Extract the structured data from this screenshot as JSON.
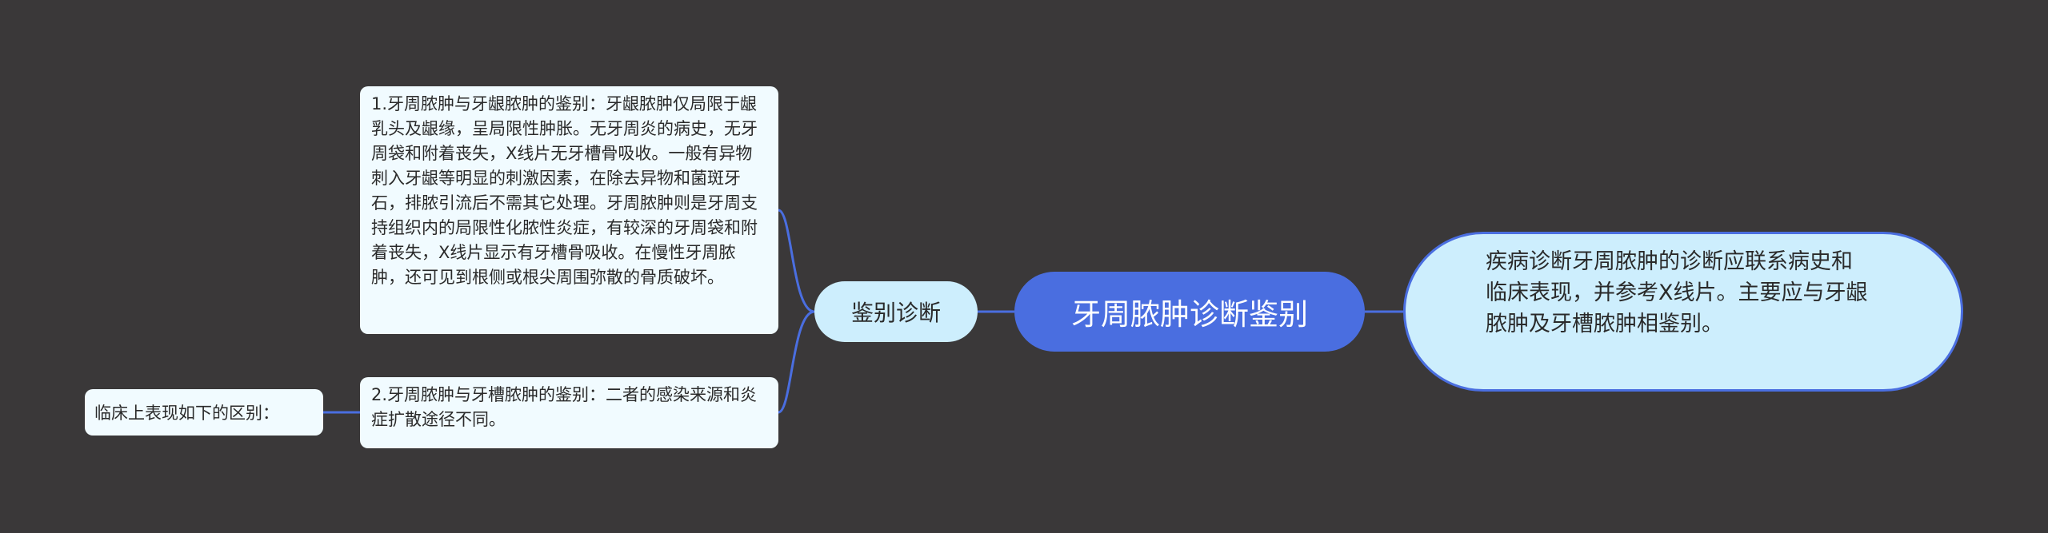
{
  "mindmap": {
    "root": {
      "label": "牙周脓肿诊断鉴别"
    },
    "description": {
      "text": "疾病诊断牙周脓肿的诊断应联系病史和临床表现，并参考X线片。主要应与牙龈脓肿及牙槽脓肿相鉴别。"
    },
    "branch": {
      "label": "鉴别诊断"
    },
    "leaves": [
      {
        "text": "1.牙周脓肿与牙龈脓肿的鉴别：牙龈脓肿仅局限于龈乳头及龈缘，呈局限性肿胀。无牙周炎的病史，无牙周袋和附着丧失，X线片无牙槽骨吸收。一般有异物刺入牙龈等明显的刺激因素，在除去异物和菌斑牙石，排脓引流后不需其它处理。牙周脓肿则是牙周支持组织内的局限性化脓性炎症，有较深的牙周袋和附着丧失，X线片显示有牙槽骨吸收。在慢性牙周脓肿，还可见到根侧或根尖周围弥散的骨质破坏。"
      },
      {
        "text": "2.牙周脓肿与牙槽脓肿的鉴别：二者的感染来源和炎症扩散途径不同。"
      }
    ],
    "sub_note": {
      "text": "临床上表现如下的区别："
    }
  },
  "colors": {
    "background": "#3a3839",
    "accent": "#4a6ee0",
    "light": "#cdeefd",
    "leaf": "#f1fbff"
  }
}
